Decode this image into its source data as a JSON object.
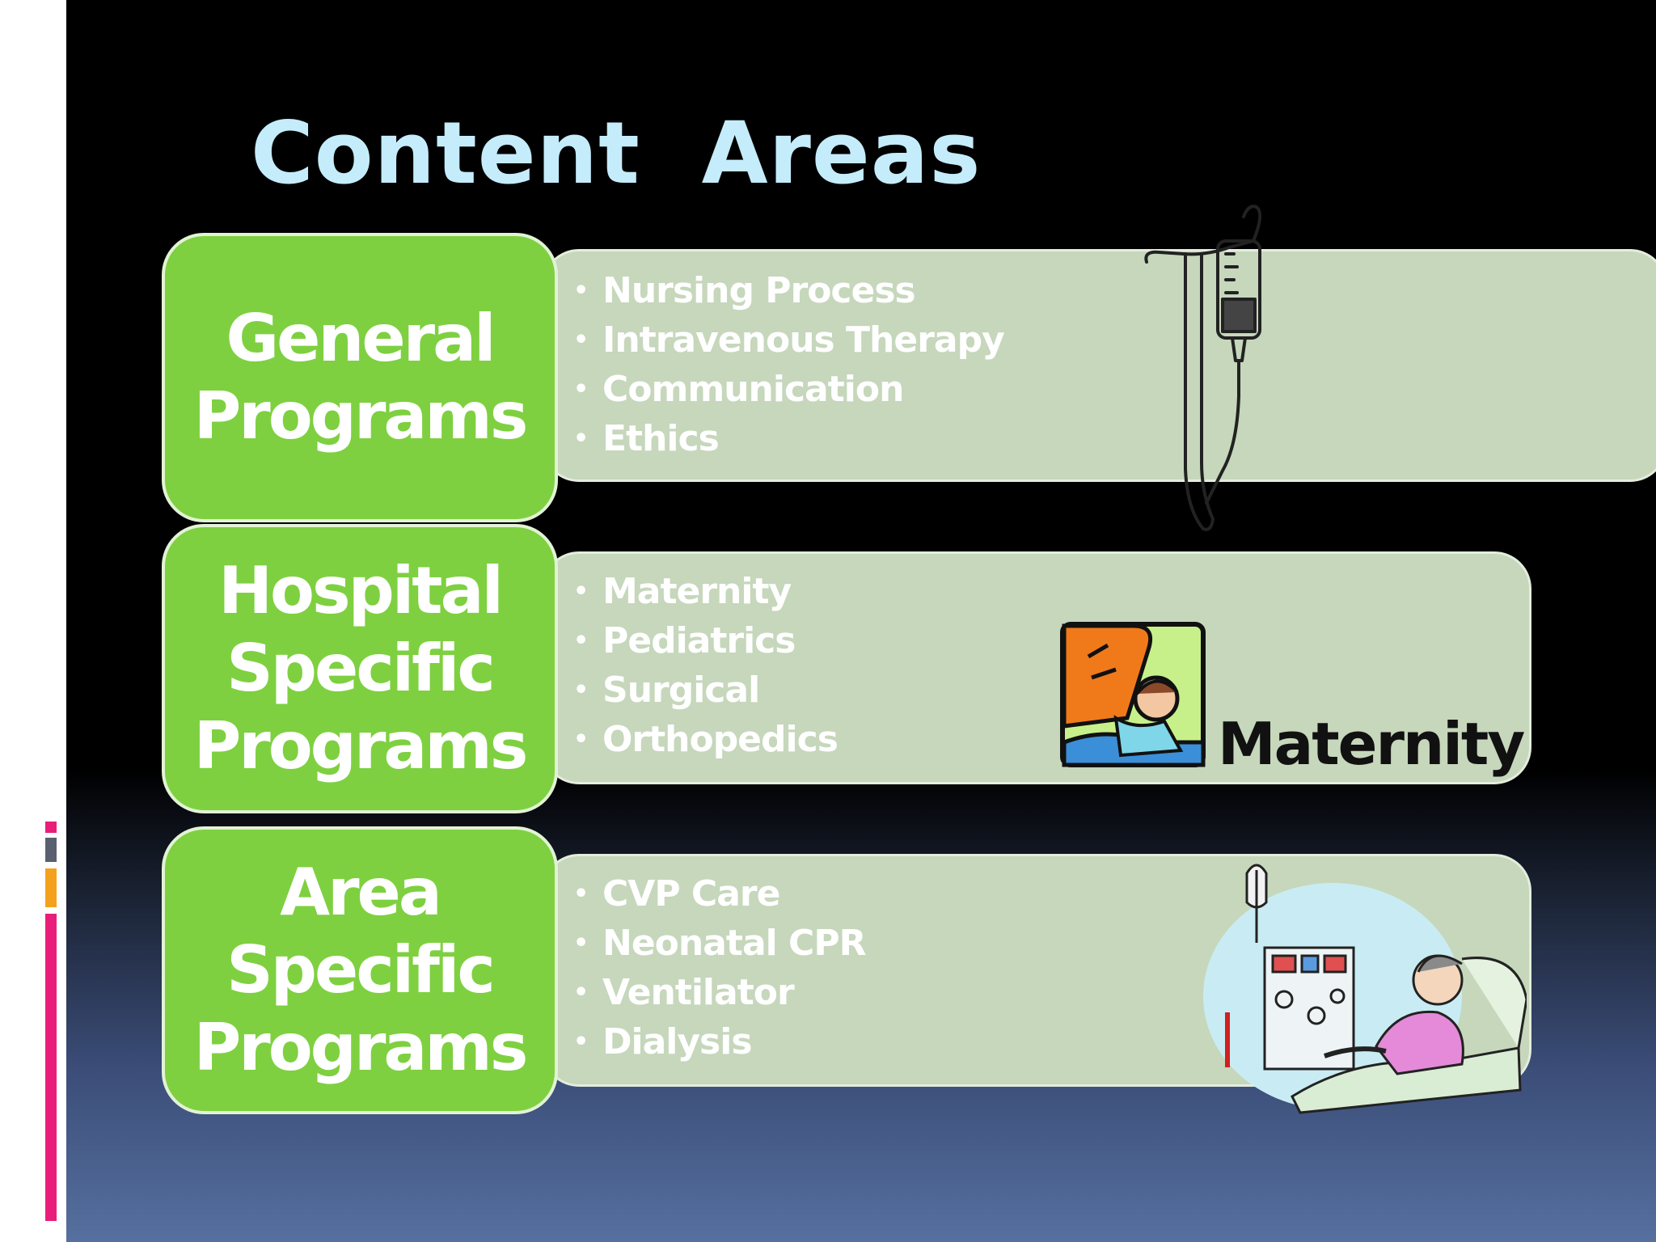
{
  "slide": {
    "title": "Content  Areas",
    "rows": [
      {
        "label_lines": [
          "General",
          "Programs"
        ],
        "items": [
          "Nursing Process",
          "Intravenous Therapy",
          "Communication",
          "Ethics"
        ]
      },
      {
        "label_lines": [
          "Hospital",
          "Specific",
          "Programs"
        ],
        "items": [
          "Maternity",
          "Pediatrics",
          "Surgical",
          "Orthopedics"
        ]
      },
      {
        "label_lines": [
          "Area",
          "Specific",
          "Programs"
        ],
        "items": [
          "CVP Care",
          "Neonatal CPR",
          "Ventilator",
          "Dialysis"
        ]
      }
    ],
    "bullet": "•",
    "clipart": {
      "iv": "iv-drip-bag-icon",
      "maternity": "mother-and-baby-icon",
      "maternity_label": "Maternity",
      "dialysis": "dialysis-patient-icon"
    }
  },
  "colors": {
    "title": "#c5ecfb",
    "label_fill": "#7ed040",
    "panel_fill": "#c6d7bc",
    "strip_pink": "#e91e7a",
    "strip_gray": "#5b6070",
    "strip_orange": "#f4a21e"
  }
}
